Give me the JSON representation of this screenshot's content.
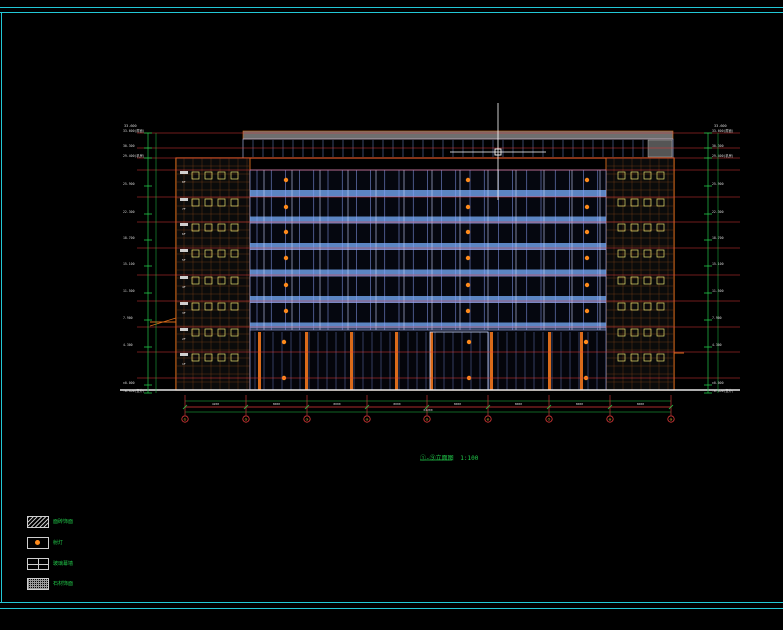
{
  "drawing": {
    "title": "①-⑨立面图",
    "scale": "1:100",
    "colors": {
      "background": "#000000",
      "frame": "#22c7d6",
      "outline": "#d96a1a",
      "grid_axis": "#e23b3b",
      "dimension": "#21c94a",
      "glass": "#7ab0ff",
      "window_frame": "#e8e070",
      "light": "#ff8a1a",
      "crosshair": "#ffffff"
    },
    "grid_labels": [
      "①",
      "②",
      "③",
      "④",
      "⑤",
      "⑥",
      "⑦",
      "⑧",
      "⑨"
    ],
    "bay_dimensions": [
      "4200",
      "8000",
      "8000",
      "8000",
      "8000",
      "8000",
      "8000",
      "8000"
    ],
    "total_dimension": "64200",
    "level_labels_left": [
      "33.600(屋面)",
      "30.300",
      "29.400(机房)",
      "25.900",
      "22.300",
      "18.700",
      "15.100",
      "11.500",
      "7.900",
      "4.300",
      "±0.000",
      "-0.450(室外)"
    ],
    "level_labels_right": [
      "33.600(屋面)",
      "30.300",
      "29.400(机房)",
      "25.900",
      "22.300",
      "18.700",
      "15.100",
      "11.500",
      "7.900",
      "4.300",
      "±0.000",
      "-0.450(室外)"
    ],
    "floor_tags": [
      "8F",
      "7F",
      "6F",
      "5F",
      "4F",
      "3F",
      "2F",
      "1F"
    ]
  },
  "legend": {
    "items": [
      {
        "label": "面砖饰面",
        "icon": "hatch-swatch"
      },
      {
        "label": "射灯",
        "icon": "light-dot"
      },
      {
        "label": "玻璃幕墙",
        "icon": "glass-grid-swatch"
      },
      {
        "label": "石材饰面",
        "icon": "stone-swatch"
      }
    ]
  }
}
